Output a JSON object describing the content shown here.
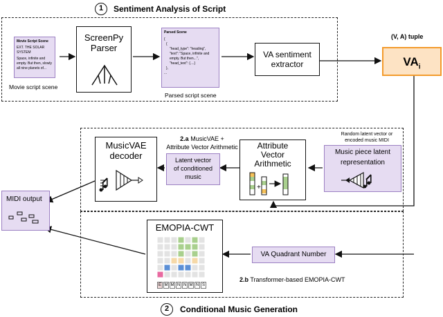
{
  "section1": {
    "number": "1",
    "title": "Sentiment Analysis of Script"
  },
  "section2": {
    "number": "2",
    "title": "Conditional Music Generation"
  },
  "script_card": {
    "heading": "Movie Script Scene",
    "line1": "EXT. THE SOLAR SYSTEM",
    "line2": "Space, infinite and empty. But then, slowly all nine planets of..."
  },
  "script_caption": "Movie script scene",
  "parser": {
    "line1": "ScreenPy",
    "line2": "Parser"
  },
  "parsed_card": {
    "heading": "Parsed Scene",
    "lines": [
      "{",
      "  {",
      "\"head_type\": \"heading\",",
      "\"text\": \"Space, infinite and empty. But then...\",",
      "\"head_text\": {....}",
      "  },",
      "..."
    ]
  },
  "parsed_caption": "Parsed script scene",
  "va_extractor": {
    "line1": "VA sentiment",
    "line2": "extractor"
  },
  "va_tuple_label": "(V, A) tuple",
  "va_box": {
    "main": "VA",
    "sub": "i"
  },
  "subsection_2a": {
    "tag": "2.a",
    "line1": "MusicVAE +",
    "line2": "Attribute Vector Arithmetic"
  },
  "random_latent_label": {
    "line1": "Random latent vector or",
    "line2": "encoded music MIDI"
  },
  "music_latent": {
    "line1": "Music piece latent",
    "line2": "representation"
  },
  "attr_vector": {
    "line1": "Attribute",
    "line2": "Vector",
    "line3": "Arithmetic"
  },
  "latent_conditioned": {
    "line1": "Latent vector",
    "line2": "of conditioned",
    "line3": "music"
  },
  "musicvae_decoder": {
    "line1": "MusicVAE",
    "line2": "decoder"
  },
  "midi_output": {
    "label": "MIDI output"
  },
  "emopia": {
    "title": "EMOPIA-CWT",
    "tokens": [
      "E",
      "M",
      "M",
      "N",
      "N",
      "M",
      "N",
      "S"
    ]
  },
  "va_quadrant": "VA Quadrant Number",
  "subsection_2b": {
    "tag": "2.b",
    "label": "Transformer-based EMOPIA-CWT"
  },
  "colors": {
    "purple_fill": "#e6dcf2",
    "purple_border": "#9b7fc2",
    "orange_fill": "#fde3c4",
    "orange_border": "#f39a2b"
  }
}
